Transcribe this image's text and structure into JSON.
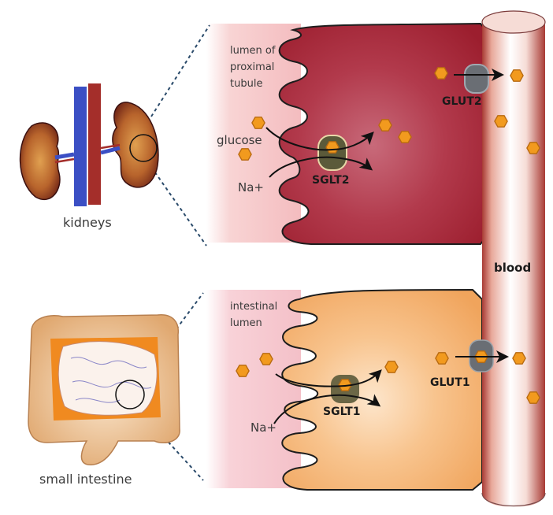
{
  "labels": {
    "kidneys": "kidneys",
    "small_intestine": "small intestine",
    "lumen_proximal": [
      "lumen of",
      "proximal",
      "tubule"
    ],
    "intestinal_lumen": [
      "intestinal",
      "lumen"
    ],
    "glucose": "glucose",
    "na_top": "Na+",
    "na_bottom": "Na+",
    "sglt2": "SGLT2",
    "sglt1": "SGLT1",
    "glut2": "GLUT2",
    "glut1": "GLUT1",
    "blood": "blood"
  },
  "colors": {
    "kidney_cell": "#a8283a",
    "intestine_cell": "#f2a864",
    "lumen_pink": "#f6c6c8",
    "glucose": "#f29a1e",
    "transporter_sglt": "#5b5a3a",
    "transporter_glut": "#6a6e74",
    "vein": "#3b4fc4",
    "artery": "#a42e2a"
  }
}
